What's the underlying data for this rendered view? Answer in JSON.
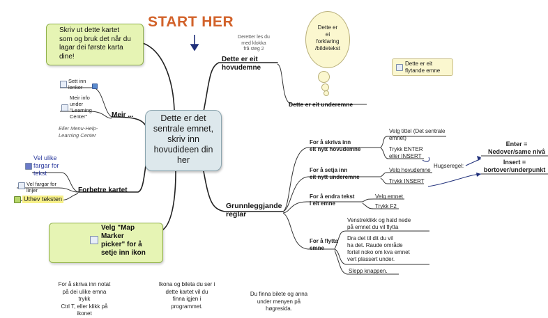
{
  "start_here": "START HER",
  "central_topic": [
    "Dette er det",
    "sentrale emnet,",
    "skriv inn",
    "hovudideen din",
    "her"
  ],
  "print_note": [
    "Skriv ut dette kartet",
    "som og bruk det når du",
    "lagar dei første karta",
    "dine!"
  ],
  "step2_note": [
    "Deretter les du",
    "med klokka",
    "frå steg 2"
  ],
  "main_topic": [
    "Dette er eit",
    "hovudemne"
  ],
  "subtopic": "Dette er eit underemne",
  "callout": [
    "Dette er",
    "ei",
    "forklaring",
    "/bildetekst"
  ],
  "floating_topic": [
    "Dette er eit",
    "flytande emne"
  ],
  "meir": {
    "label": "Meir ...",
    "insert_links": [
      "Sett inn",
      "lenker"
    ],
    "learning_center": [
      "Meir info",
      "under",
      "\"Learning",
      "Center\""
    ],
    "menu_note": [
      "Eller Menu-Help-",
      "Learning Center"
    ]
  },
  "forbetre": {
    "label": "Forbetre kartet",
    "colors_text": [
      "Vel ulike",
      "fargar for",
      "tekst"
    ],
    "colors_lines": [
      "Vel fargar for",
      "linjer"
    ],
    "highlight": "Uthev teksten"
  },
  "marker": {
    "label": [
      "Velg \"Map",
      "Marker",
      "picker\" for å",
      "setje inn ikon"
    ]
  },
  "grunn": {
    "label": [
      "Grunnleggjande",
      "reglar"
    ],
    "new_main": [
      "For å skriva inn",
      "eit nytt hovudemne"
    ],
    "select_title": [
      "Velg tittel (Det sentrale",
      "emnet)"
    ],
    "press_enter": [
      "Trykk ENTER",
      "eller INSERT"
    ],
    "new_sub": [
      "For å setja inn",
      "eit nytt underemne"
    ],
    "select_main": "Velg hovudemne",
    "press_insert": "Trykk INSERT",
    "memo_rule": "Hugseregel:",
    "enter_rule": [
      "Enter =",
      "Nedover/same nivå"
    ],
    "insert_rule": [
      "Insert =",
      "bortover/underpunkt"
    ],
    "edit_text": [
      "For å endra tekst",
      "i eit emne"
    ],
    "select_topic": "Velg emnet",
    "press_f2": "Trykk F2",
    "move_topic": [
      "For å flytta",
      "emne"
    ],
    "left_click": [
      "Venstreklikk og hald nede",
      "på emnet du vil flytta"
    ],
    "drag": [
      "Dra det til dit du vil",
      "ha det. Raude område",
      "fortel noko om kva emnet",
      "vert plassert under."
    ],
    "release": "Slepp knappen."
  },
  "bottom_notes": {
    "notes": [
      "For å skriva inn notat",
      "på dei ulike emna",
      "trykk",
      "Ctrl T, eller klikk på",
      "ikonet"
    ],
    "icons": [
      "Ikona og bileta du ser i",
      "dette kartet vil du",
      "finna igjen i",
      "programmet."
    ],
    "images": [
      "Du finna bilete og anna",
      "under menyen på",
      "høgresida."
    ]
  },
  "colors": {
    "start_orange": "#d2622a",
    "central_fill": "#dde8ec",
    "green_fill": "#e6f4b4",
    "callout_fill": "#fbf7cf",
    "branch_line": "#222222",
    "arrow_blue": "#1f2f7a"
  }
}
